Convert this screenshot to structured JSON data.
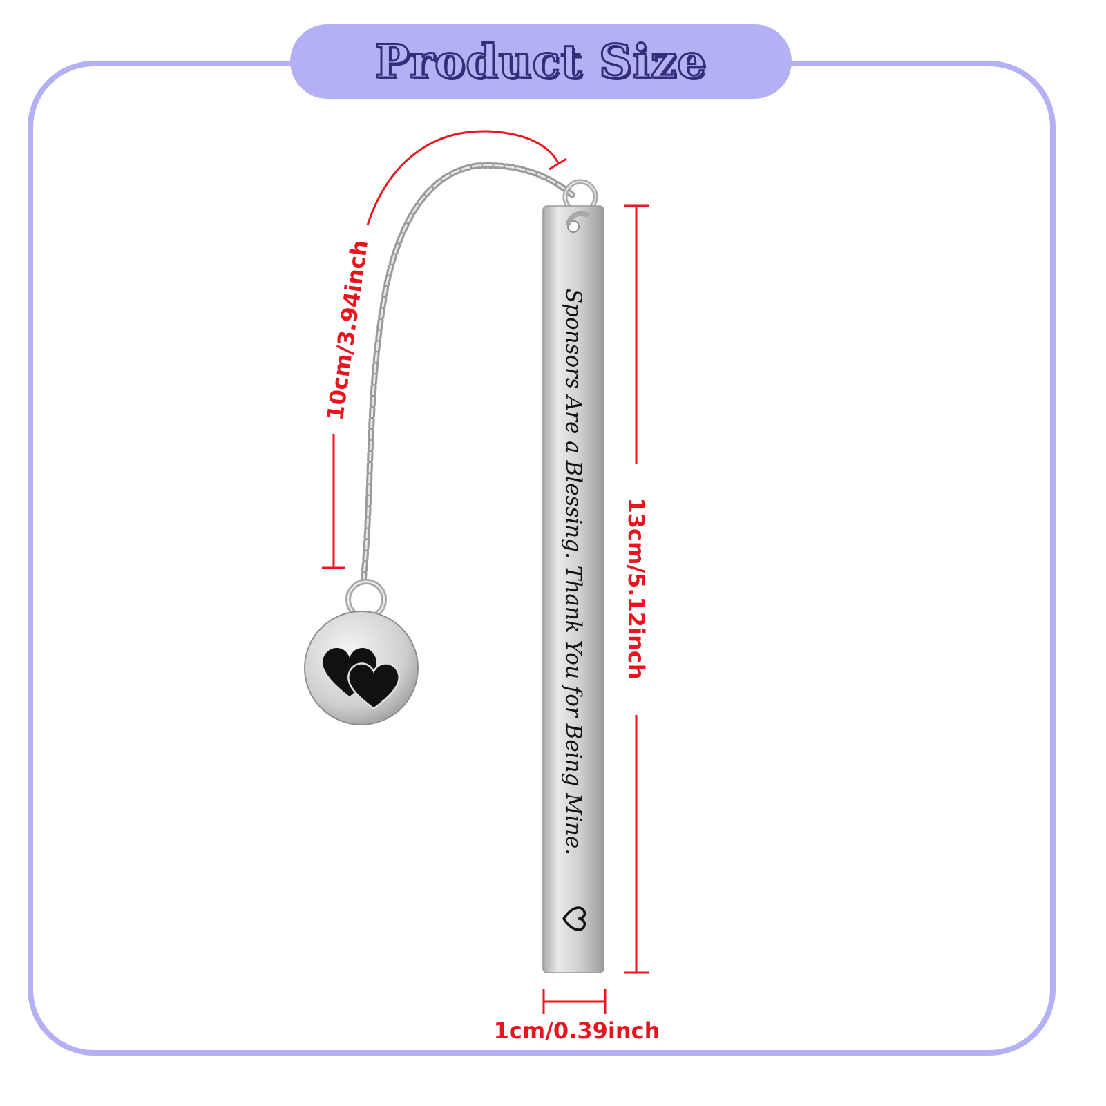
{
  "title": "Product Size",
  "dimensions": {
    "chain_length": "10cm/3.94inch",
    "bar_length": "13cm/5.12inch",
    "bar_width": "1cm/0.39inch"
  },
  "engraving": "Sponsors Are a Blessing. Thank You for Being Mine.",
  "colors": {
    "accent": "#b3b1f4",
    "title_outline": "#2f2f7a",
    "dimension_red": "#e8141e",
    "metal": "#d4d4d4"
  },
  "icons": {
    "charm": "double-heart-icon",
    "bar_end": "heart-outline-icon"
  }
}
